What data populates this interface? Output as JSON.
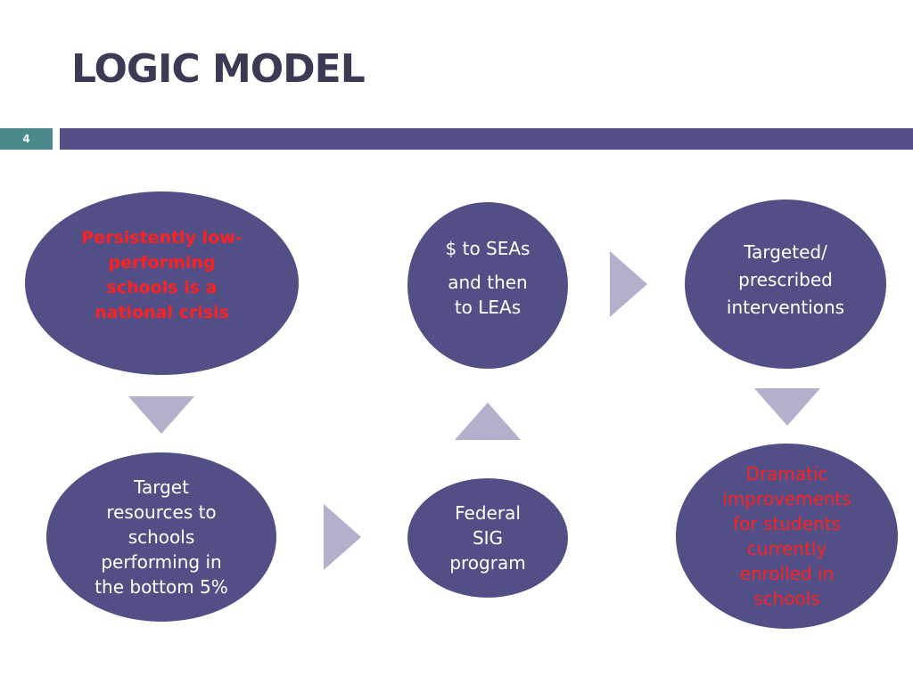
{
  "slide": {
    "title": "LOGIC MODEL",
    "number": "4"
  },
  "nodes": {
    "crisis": [
      "Persistently low-",
      "performing",
      "schools is a",
      "national crisis"
    ],
    "seas": [
      "$ to SEAs",
      "and then",
      "to LEAs"
    ],
    "interventions": [
      "Targeted/",
      "prescribed",
      "interventions"
    ],
    "target": [
      "Target",
      "resources to",
      "schools",
      "performing in",
      "the bottom 5%"
    ],
    "federal": [
      "Federal",
      "SIG",
      "program"
    ],
    "improvements": [
      "Dramatic",
      "improvements",
      "for students",
      "currently",
      "enrolled in",
      "schools"
    ]
  },
  "colors": {
    "node_fill": "#524f87",
    "arrow_fill": "#b2b0ca",
    "emphasis_text": "#ff2020",
    "title_text": "#3a3a55",
    "slide_number_box": "#4a8a8a"
  }
}
